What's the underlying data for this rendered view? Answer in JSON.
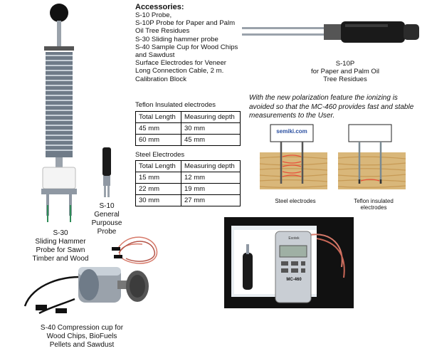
{
  "accessories": {
    "heading": "Accessories:",
    "items": [
      "S-10 Probe,",
      "S-10P Probe for Paper and Palm Oil Tree Residues",
      "S-30 Sliding hammer probe",
      "S-40 Sample Cup for Wood Chips and Sawdust",
      "Surface Electrodes for Veneer",
      "Long Connection Cable, 2 m.",
      "Calibration Block"
    ]
  },
  "s10p_caption": [
    "S-10P",
    "for Paper and Palm Oil",
    "Tree  Residues"
  ],
  "teflon_table": {
    "title": "Teflon Insulated electrodes",
    "headers": [
      "Total Length",
      "Measuring depth"
    ],
    "rows": [
      [
        "45 mm",
        "30 mm"
      ],
      [
        "60 mm",
        "45 mm"
      ]
    ]
  },
  "steel_table": {
    "title": "Steel Electrodes",
    "headers": [
      "Total Length",
      "Measuring depth"
    ],
    "rows": [
      [
        "15 mm",
        "12 mm"
      ],
      [
        "22 mm",
        "19 mm"
      ],
      [
        "30 mm",
        "27 mm"
      ]
    ]
  },
  "polarization_note": "With the new polarization feature the ionizing is avoided so that the MC-460 provides fast and stable measurements to the User.",
  "diagram": {
    "brand": "semiki.com",
    "left_label": "Steel electrodes",
    "right_label": [
      "Teflon insulated",
      "electrodes"
    ]
  },
  "s10_caption": [
    "S-10",
    "General",
    "Purpouse",
    "Probe"
  ],
  "s30_caption": [
    "S-30",
    "Sliding Hammer",
    "Probe for Sawn",
    "Timber and Wood"
  ],
  "s40_caption": [
    "S-40 Compression cup for",
    "Wood Chips, BioFuels",
    "Pellets and Sawdust"
  ],
  "meter": {
    "brand": "Exotek",
    "model": "MC-460"
  },
  "colors": {
    "wood": "#d9b77a",
    "wood_grain": "#c79a55",
    "current": "#e8503a",
    "metal": "#8f98a3",
    "dark": "#1a1a1a"
  }
}
